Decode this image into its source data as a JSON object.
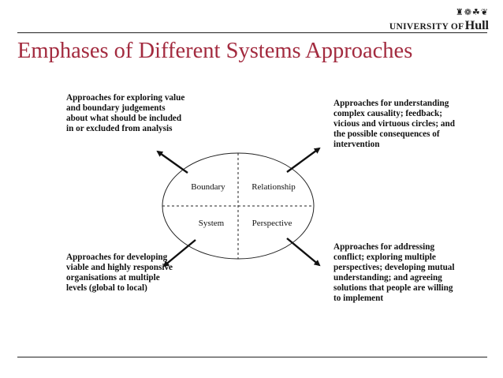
{
  "header": {
    "title": "Emphases of Different Systems Approaches",
    "logo": {
      "crest_icons": "♜❁☘❦",
      "university_text": "UNIVERSITY OF",
      "hull_text": "Hull",
      "icon": "university-crest-icon"
    }
  },
  "diagram": {
    "quadrants": {
      "top_left": "Boundary",
      "top_right": "Relationship",
      "bottom_left": "System",
      "bottom_right": "Perspective"
    },
    "captions": {
      "top_left": "Approaches for exploring value and boundary judgements about what should be included in or excluded from analysis",
      "top_right": "Approaches for understanding complex causality; feedback; vicious and virtuous circles; and the possible consequences of intervention",
      "bottom_left": "Approaches for developing viable and highly responsive organisations at multiple levels (global to local)",
      "bottom_right": "Approaches for addressing conflict; exploring multiple perspectives; developing mutual understanding; and agreeing solutions that people are willing to implement"
    }
  },
  "colors": {
    "title": "#a32b3f",
    "text": "#111111",
    "lines": "#222222"
  }
}
